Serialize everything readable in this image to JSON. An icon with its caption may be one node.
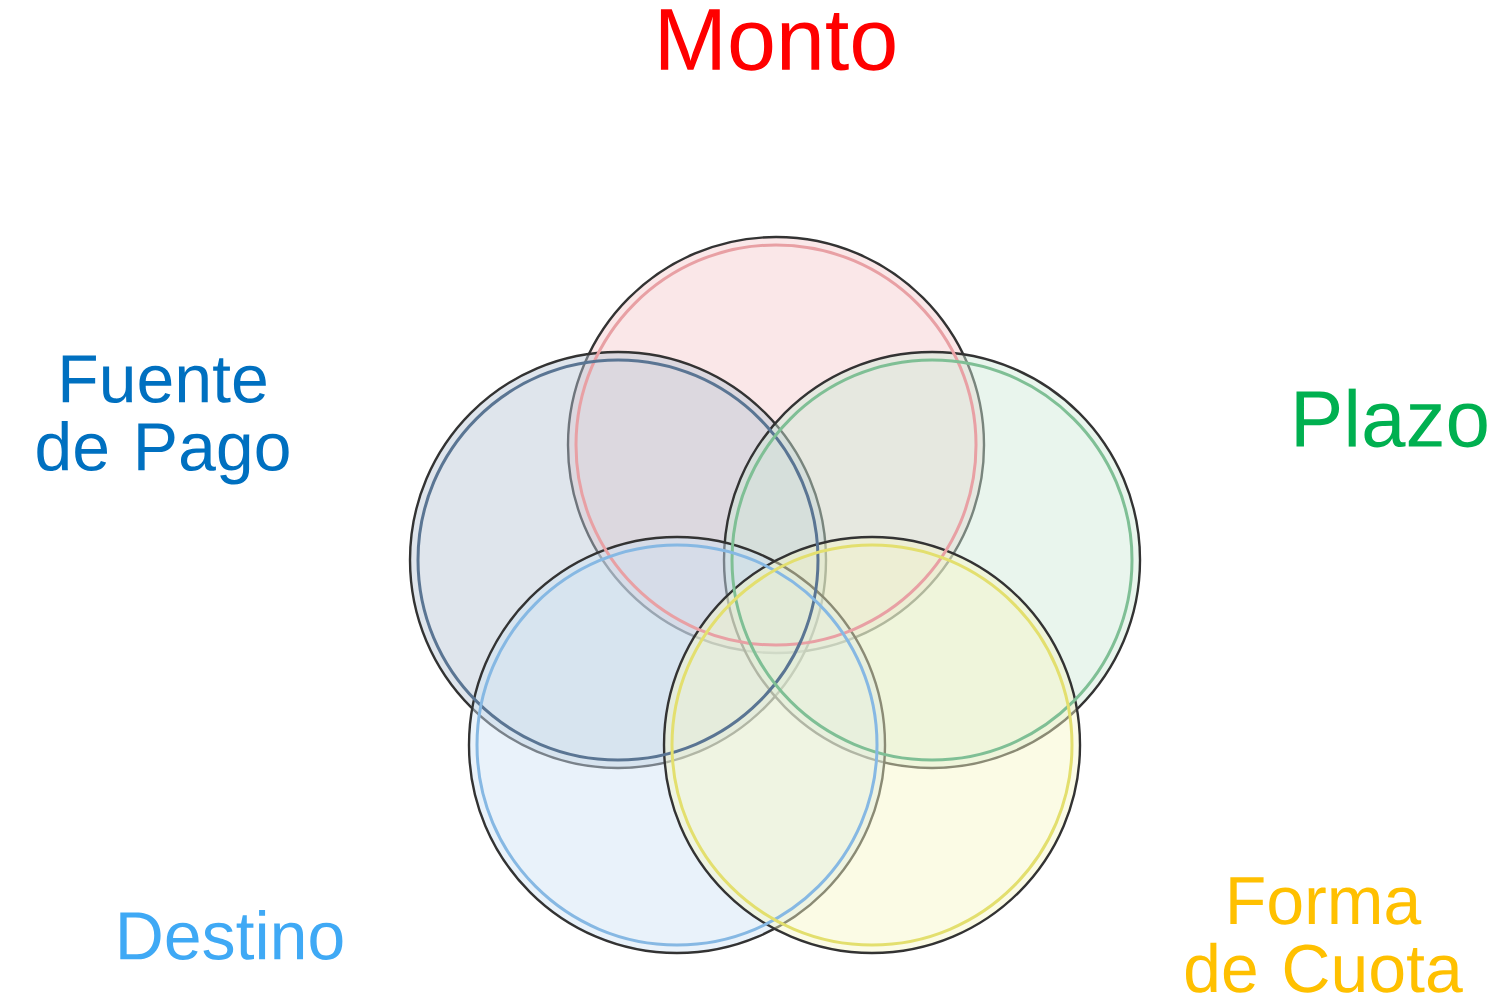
{
  "diagram": {
    "nodes": [
      {
        "text": [],
        "shape": "circle",
        "beside": [
          "Monto"
        ]
      },
      {
        "text": [],
        "shape": "circle",
        "beside": [
          "Fuente de Pago"
        ]
      },
      {
        "text": [],
        "shape": "circle",
        "beside": [
          "Plazo"
        ]
      },
      {
        "text": [],
        "shape": "circle",
        "beside": [
          "Destino"
        ]
      },
      {
        "text": [],
        "shape": "circle",
        "beside": [
          "Forma de Cuota"
        ]
      }
    ]
  }
}
